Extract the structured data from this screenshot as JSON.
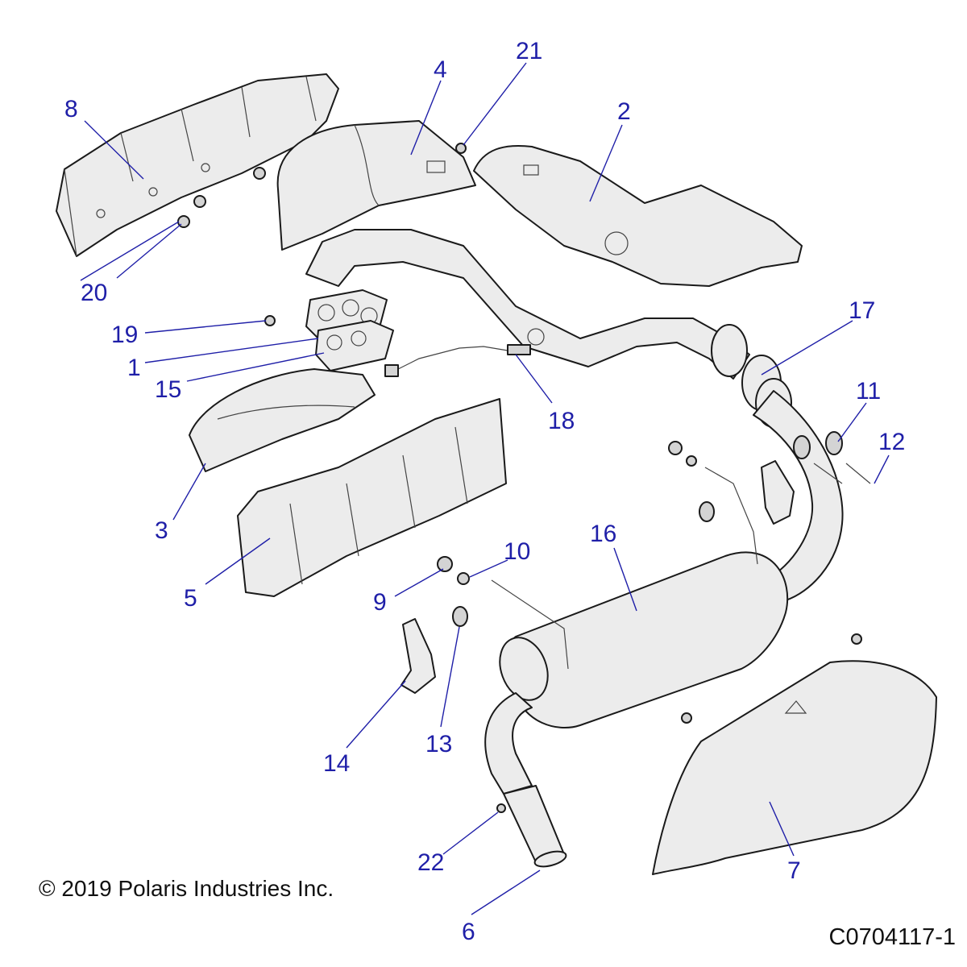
{
  "callouts": {
    "c1": "1",
    "c2": "2",
    "c3": "3",
    "c4": "4",
    "c5": "5",
    "c6": "6",
    "c7": "7",
    "c8": "8",
    "c9": "9",
    "c10": "10",
    "c11": "11",
    "c12": "12",
    "c13": "13",
    "c14": "14",
    "c15": "15",
    "c16": "16",
    "c17": "17",
    "c18": "18",
    "c19": "19",
    "c20": "20",
    "c21": "21",
    "c22": "22"
  },
  "footer": {
    "copyright": "© 2019 Polaris Industries Inc.",
    "figure_id": "C0704117-1"
  },
  "colors": {
    "callout_blue": "#1f1fa8",
    "part_fill": "#ececec",
    "outline": "#1a1a1a"
  }
}
